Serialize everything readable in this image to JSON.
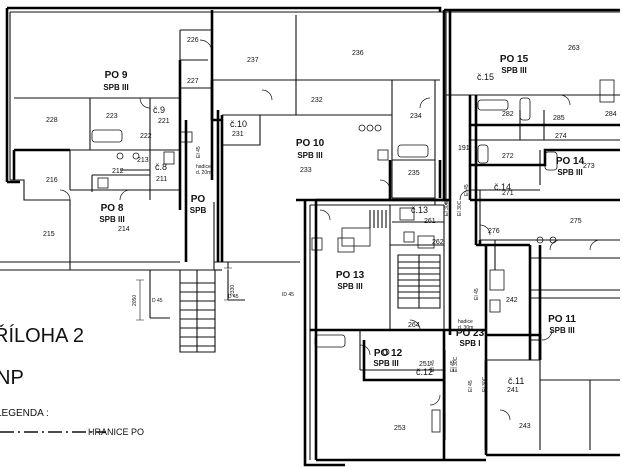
{
  "sheet": {
    "title": "ŘÍLOHA 2",
    "floor": "NP",
    "legend_title": "LEGENDA :",
    "legend_item": "HRANICE PO"
  },
  "fire_sections": [
    {
      "id": "po9",
      "name": "PO 9",
      "class": "SPB III"
    },
    {
      "id": "po10",
      "name": "PO 10",
      "class": "SPB III"
    },
    {
      "id": "po15",
      "name": "PO 15",
      "class": "SPB III"
    },
    {
      "id": "po8",
      "name": "PO 8",
      "class": "SPB III"
    },
    {
      "id": "po14",
      "name": "PO 14",
      "class": "SPB III"
    },
    {
      "id": "po13",
      "name": "PO 13",
      "class": "SPB III"
    },
    {
      "id": "po11",
      "name": "PO 11",
      "class": "SPB III"
    },
    {
      "id": "po12",
      "name": "PO 12",
      "class": "SPB III"
    },
    {
      "id": "po23",
      "name": "PO 23",
      "class": "SPB I"
    },
    {
      "id": "po_s",
      "name": "PO",
      "class": "SPB"
    }
  ],
  "units": [
    "č.9",
    "č.8",
    "č.10",
    "č.15",
    "č.14",
    "č.13",
    "č.12",
    "č.11"
  ],
  "rooms": [
    "226",
    "227",
    "237",
    "236",
    "263",
    "228",
    "223",
    "221",
    "222",
    "213",
    "212",
    "211",
    "216",
    "214",
    "215",
    "231",
    "232",
    "233",
    "234",
    "235",
    "282",
    "285",
    "284",
    "274",
    "272",
    "273",
    "271",
    "275",
    "276",
    "261",
    "262",
    "264",
    "242",
    "241",
    "243",
    "253",
    "251",
    "191"
  ],
  "notes": [
    "2050",
    "2330",
    "D 45",
    "D 45",
    "ID 45",
    "EI 45",
    "EI 45",
    "EI 45",
    "EI 45",
    "EI 45",
    "EI 45",
    "EI 30C",
    "EI 30C",
    "EI 30C",
    "EI 30C",
    "hadice",
    "hadice",
    "d. 20m",
    "d. 30m"
  ]
}
